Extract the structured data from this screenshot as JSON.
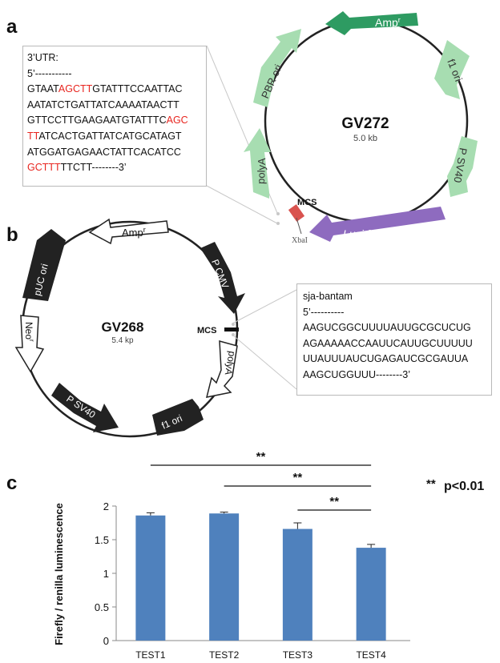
{
  "panel_a": {
    "letter": "a",
    "plasmid_name": "GV272",
    "plasmid_size": "5.0 kb",
    "segments": {
      "amp": "Amp",
      "amp_sup": "r",
      "f1ori": "f1 ori",
      "psv40": "P SV40",
      "luciferase": "Luci ferase",
      "polya": "polyA",
      "pbrori": "PBR ori"
    },
    "mcs": "MCS",
    "xbai": "XbaI",
    "sequence": {
      "title": "3’UTR:",
      "start": "5’-----------",
      "line1_a": "GTAAT",
      "line1_b": "AGCTT",
      "line1_c": "GTATTTCCAATTAC",
      "line2": "AATATCTGATTATCAAAATAACTT",
      "line3_a": "GTTCCTTGAAGAATGTATTTC",
      "line3_b": "AGC",
      "line4_a": "TT",
      "line4_b": "ATCACTGATTATCATGCATAGT",
      "line5": "ATGGATGAGAACTATTCACATCC",
      "line6_a": "GCTTT",
      "line6_b": "TTCTT--------3’"
    }
  },
  "panel_b": {
    "letter": "b",
    "plasmid_name": "GV268",
    "plasmid_size": "5.4 kp",
    "segments": {
      "amp": "Amp",
      "amp_sup": "r",
      "pcmv": "P CMV",
      "polya": "polyA",
      "f1ori": "f1 ori",
      "psv40": "P SV40",
      "neo": "Neo",
      "neo_sup": "r",
      "pucori": "pUC ori"
    },
    "mcs": "MCS",
    "sequence": {
      "title": "sja-bantam",
      "start": "5’----------",
      "line1": "AAGUCGGCUUUUAUUGCGCUCUG",
      "line2": "AGAAAAACCAAUUCAUUGCUUUUU",
      "line3": "UUAUUUAUCUGAGAUCGCGAUUA",
      "line4": "AAGCUGGUUU--------3’"
    }
  },
  "panel_c": {
    "letter": "c",
    "significance_note_stars": "**",
    "significance_note_text": "p<0.01",
    "brackets": [
      {
        "from": 0,
        "to": 3,
        "label": "**"
      },
      {
        "from": 1,
        "to": 3,
        "label": "**"
      },
      {
        "from": 2,
        "to": 3,
        "label": "**"
      }
    ]
  },
  "chart_data": {
    "type": "bar",
    "categories": [
      "TEST1",
      "TEST2",
      "TEST3",
      "TEST4"
    ],
    "values": [
      1.86,
      1.89,
      1.66,
      1.38
    ],
    "errors": [
      0.04,
      0.02,
      0.09,
      0.05
    ],
    "ylabel": "Firefly / renilla luminescence",
    "xlabel": "",
    "ylim": [
      0,
      2
    ],
    "yticks": [
      0,
      0.5,
      1,
      1.5,
      2
    ],
    "ytick_labels": [
      "0",
      "0.5",
      "1",
      "1.5",
      "2"
    ],
    "grid": false,
    "bar_color": "#4f81bd"
  }
}
